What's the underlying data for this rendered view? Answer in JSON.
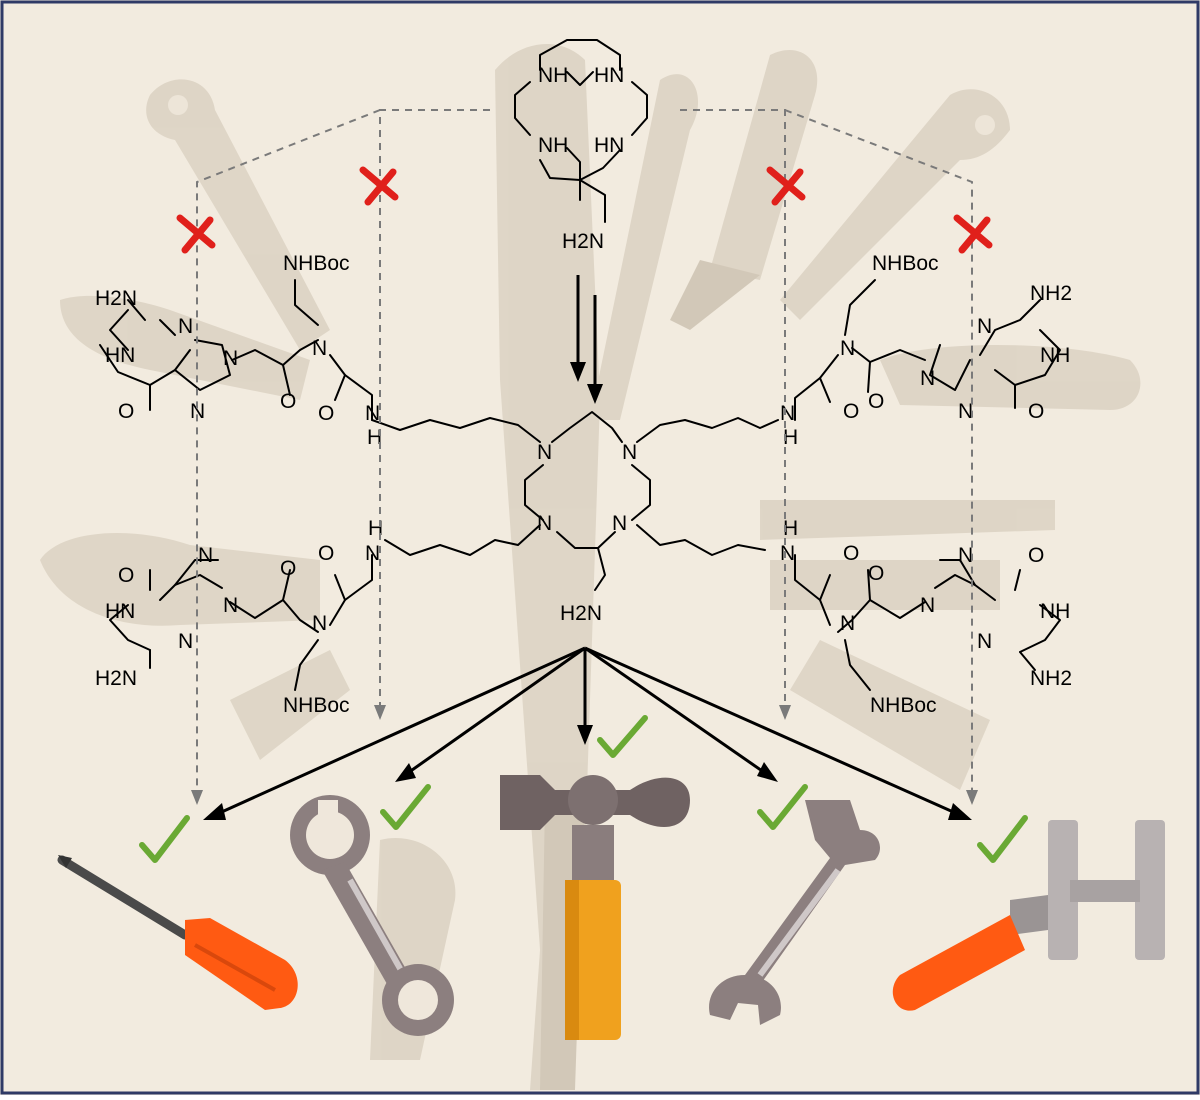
{
  "labels": {
    "top_nh_tl": "NH",
    "top_nh_tr": "HN",
    "top_nh_bl": "NH",
    "top_nh_br": "HN",
    "top_h2n": "H2N",
    "ul_nh2": "H2N",
    "ul_nhboc": "NHBoc",
    "ul_n7": "N",
    "ul_hn": "HN",
    "ul_n_ring": "N",
    "ul_o": "O",
    "ul_n9": "N",
    "ul_o_amide1": "O",
    "ul_n_tert": "N",
    "ul_o_amide2": "O",
    "ul_n_amide": "N",
    "ul_h_amide": "H",
    "ur_nh2": "NH2",
    "ur_nhboc": "NHBoc",
    "ur_n_tert": "N",
    "ur_n9": "N",
    "ur_nh": "NH",
    "ur_o": "O",
    "ur_n7": "N",
    "ur_o_amide1": "O",
    "ur_n_amide": "N",
    "ur_h_amide": "H",
    "ur_o_amide2": "O",
    "ur_n_ring": "N",
    "ll_h": "H",
    "ll_n_amide": "N",
    "ll_o_amide2": "O",
    "ll_o": "O",
    "ll_n7": "N",
    "ll_o_amide1": "O",
    "ll_hn": "HN",
    "ll_n9": "N",
    "ll_n_tert": "N",
    "ll_n_ring": "N",
    "ll_h2n": "H2N",
    "ll_nhboc": "NHBoc",
    "lr_h": "H",
    "lr_n_amide": "N",
    "lr_o_amide2": "O",
    "lr_n7": "N",
    "lr_o": "O",
    "lr_n9": "N",
    "lr_o_amide1": "O",
    "lr_nh": "NH",
    "lr_n_tert": "N",
    "lr_n_ring": "N",
    "lr_nh2": "NH2",
    "lr_nhboc": "NHBoc",
    "core_n1": "N",
    "core_n2": "N",
    "core_n3": "N",
    "core_n4": "N",
    "core_h2n": "H2N"
  },
  "colors": {
    "frame": "#2f3a66",
    "cross": "#e0201b",
    "check": "#6aa934",
    "screwdriver_handle": "#ff5a12",
    "hammer_handle": "#f0a11e",
    "hammer_head": "#6f6262",
    "wrench_gray": "#8c7f7f",
    "clamp_gray": "#b8b2b2",
    "clamp_handle": "#ff5a12",
    "background": "#efe7db"
  },
  "tools": [
    "screwdriver-icon",
    "ring-wrench-icon",
    "hammer-icon",
    "open-wrench-icon",
    "clamp-icon"
  ],
  "outcomes": {
    "direct_routes": [
      "cross",
      "cross",
      "cross",
      "cross"
    ],
    "scaffold_routes": [
      "check",
      "check",
      "check",
      "check",
      "check"
    ]
  }
}
